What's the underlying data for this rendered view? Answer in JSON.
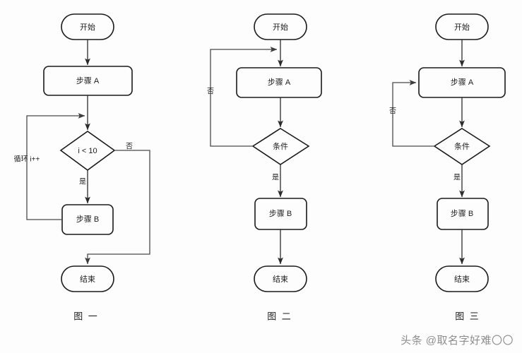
{
  "page": {
    "background_color": "#fdfdfd",
    "node_fill": "#fdfdfd",
    "node_stroke": "#1a1a1a",
    "edge_stroke": "#4a4a4a",
    "text_color": "#1d1d1d"
  },
  "watermark": {
    "text": "头条 @取名字好难〇〇"
  },
  "diagrams": [
    {
      "caption": "图 一",
      "nodes": {
        "start": "开始",
        "step_a": "步骤 A",
        "decision": "i < 10",
        "step_b": "步骤 B",
        "end": "结束"
      },
      "edge_labels": {
        "yes": "是",
        "no": "否",
        "loop": "循环 i++"
      }
    },
    {
      "caption": "图 二",
      "nodes": {
        "start": "开始",
        "step_a": "步骤 A",
        "decision": "条件",
        "step_b": "步骤 B",
        "end": "结束"
      },
      "edge_labels": {
        "yes": "是",
        "no": "否"
      }
    },
    {
      "caption": "图 三",
      "nodes": {
        "start": "开始",
        "step_a": "步骤 A",
        "decision": "条件",
        "step_b": "步骤 B",
        "end": "结束"
      },
      "edge_labels": {
        "yes": "是",
        "no": "否"
      }
    }
  ]
}
